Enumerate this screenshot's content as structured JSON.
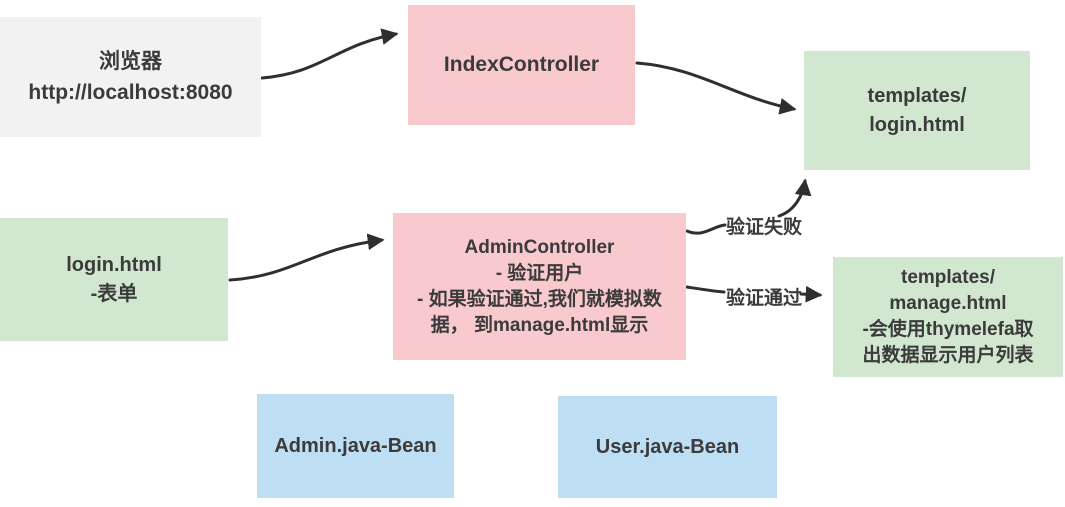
{
  "diagram": {
    "colors": {
      "box_gray": "#f2f2f2",
      "box_pink": "#f8c9cd",
      "box_green": "#d2e7d0",
      "box_blue": "#bedef4",
      "text": "#3b3b3b",
      "arrow": "#2f2f2f"
    },
    "nodes": {
      "browser": {
        "line1": "浏览器",
        "line2": "http://localhost:8080"
      },
      "index_controller": {
        "line1": "IndexController"
      },
      "login_template": {
        "line1": "templates/",
        "line2": "login.html"
      },
      "login_form": {
        "line1": "login.html",
        "line2": "-表单"
      },
      "admin_controller": {
        "line1": "AdminController",
        "line2": "- 验证用户",
        "line3": "- 如果验证通过,我们就模拟数",
        "line4": "据， 到manage.html显示"
      },
      "manage_template": {
        "line1": "templates/",
        "line2": "manage.html",
        "line3": "-会使用thymelefa取",
        "line4": "出数据显示用户列表"
      },
      "admin_bean": {
        "line1": "Admin.java-Bean"
      },
      "user_bean": {
        "line1": "User.java-Bean"
      }
    },
    "edge_labels": {
      "auth_fail": "验证失败",
      "auth_pass": "验证通过"
    }
  }
}
